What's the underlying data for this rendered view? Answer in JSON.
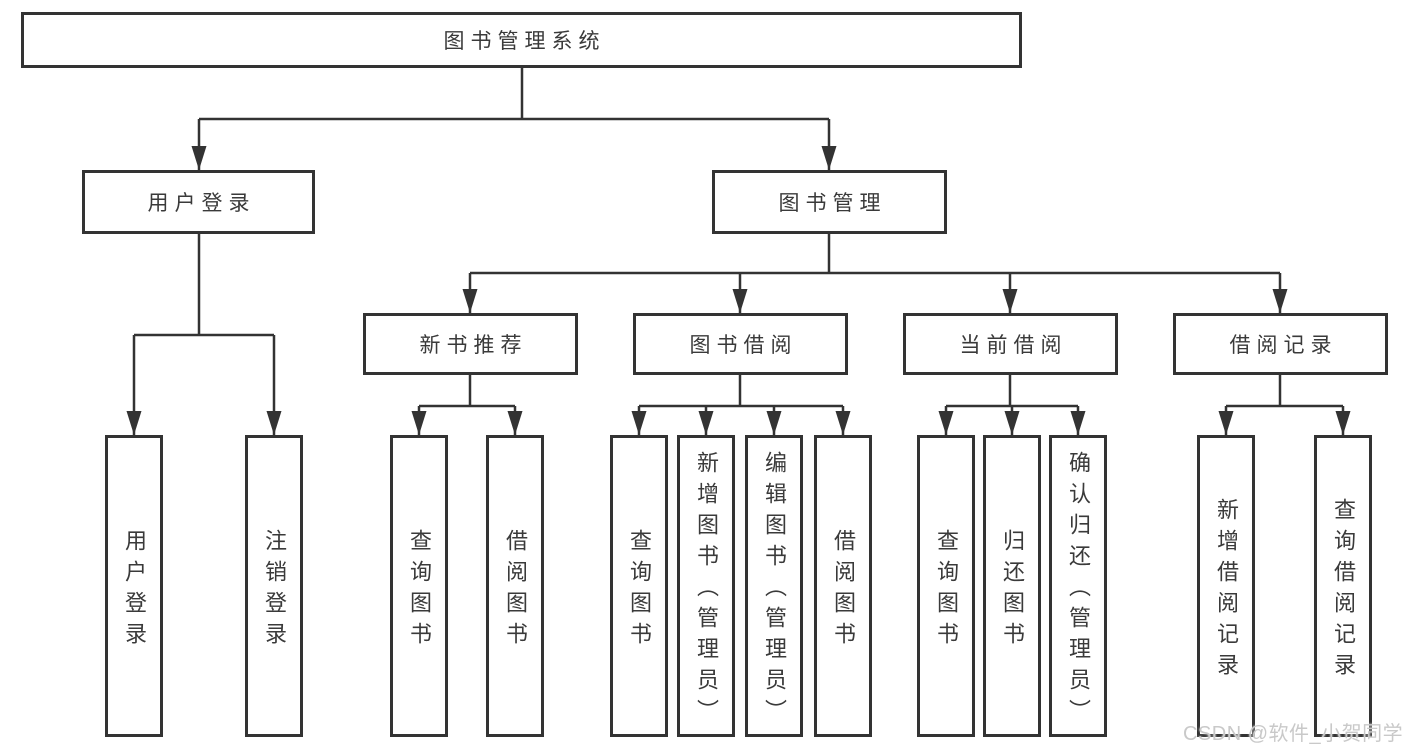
{
  "colors": {
    "line": "#333333",
    "text": "#3a3a3a",
    "watermark": "#c9c9c9",
    "background": "#ffffff"
  },
  "watermark": "CSDN @软件_小贺同学",
  "nodes": {
    "root": "图书管理系统",
    "user_login": "用户登录",
    "book_management": "图书管理",
    "new_book_recommend": "新书推荐",
    "book_borrowing": "图书借阅",
    "current_borrowing": "当前借阅",
    "borrowing_records": "借阅记录",
    "leaves": {
      "user_login_group": [
        "用户登录",
        "注销登录"
      ],
      "new_book_recommend_group": [
        "查询图书",
        "借阅图书"
      ],
      "book_borrowing_group": [
        "查询图书",
        "新增图书（管理员）",
        "编辑图书（管理员）",
        "借阅图书"
      ],
      "current_borrowing_group": [
        "查询图书",
        "归还图书",
        "确认归还（管理员）"
      ],
      "borrowing_records_group": [
        "新增借阅记录",
        "查询借阅记录"
      ]
    }
  }
}
